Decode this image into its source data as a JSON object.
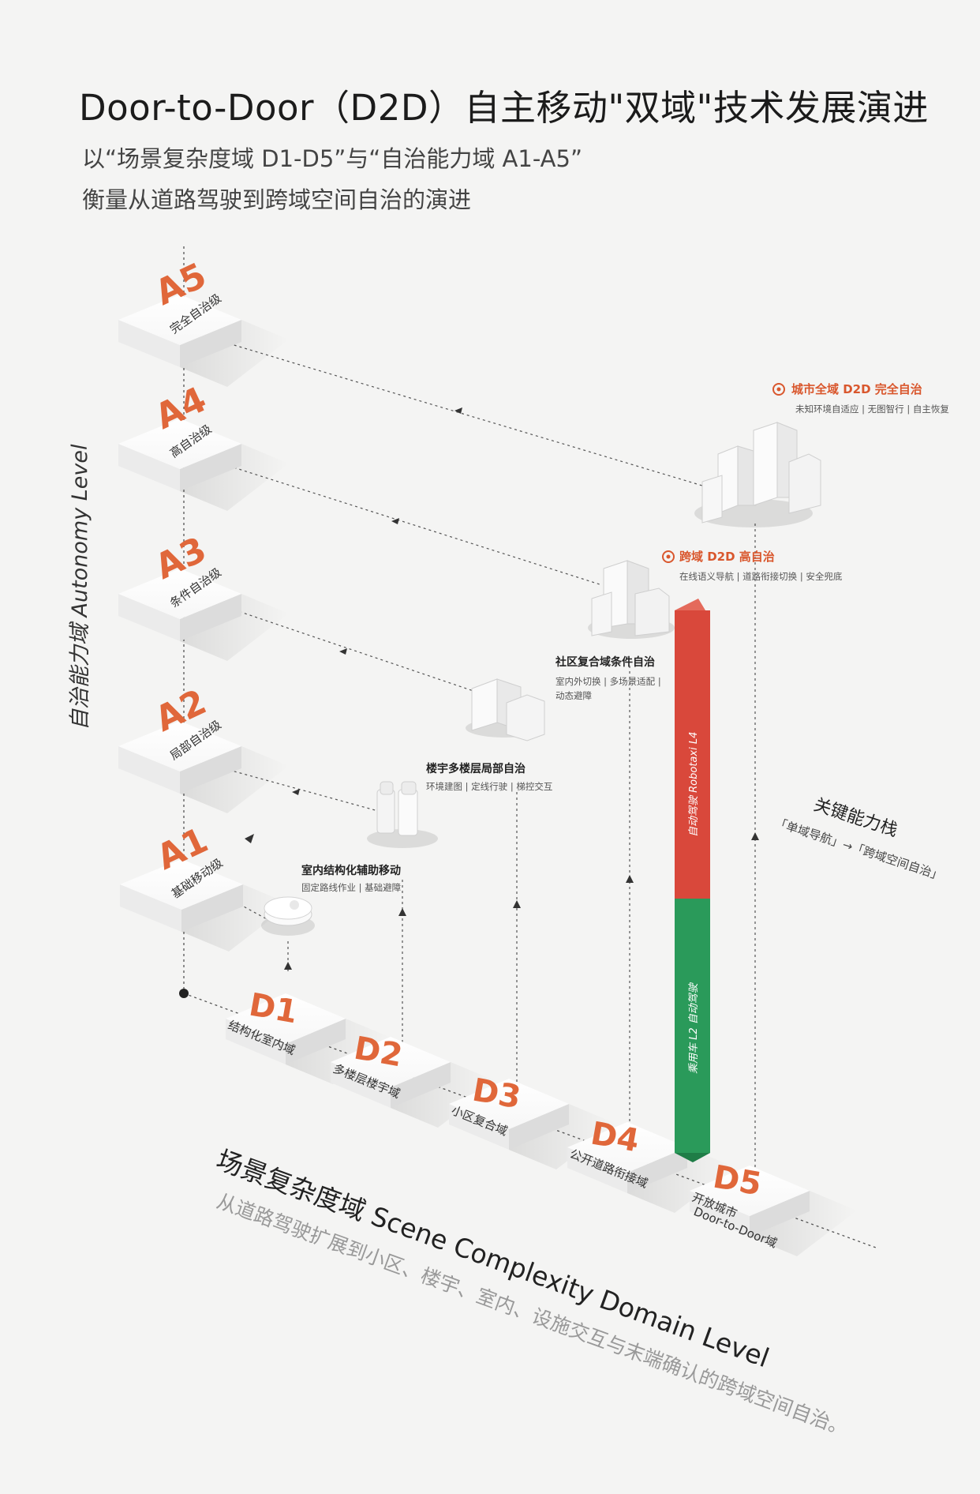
{
  "title": "Door-to-Door（D2D）自主移动\"双域\"技术发展演进",
  "subtitle_line1": "以“场景复杂度域 D1-D5”与“自治能力域 A1-A5”",
  "subtitle_line2": "衡量从道路驾驶到跨域空间自治的演进",
  "autonomy_axis_label": "自治能力域 Autonomy Level",
  "scene_axis_label": "场景复杂度域 Scene Complexity Domain Level",
  "scene_axis_sub": "从道路驾驶扩展到小区、楼宇、室内、设施交互与末端确认的跨域空间自治。",
  "autonomy_levels": [
    {
      "code": "A1",
      "name": "基础移动级"
    },
    {
      "code": "A2",
      "name": "局部自治级"
    },
    {
      "code": "A3",
      "name": "条件自治级"
    },
    {
      "code": "A4",
      "name": "高自治级"
    },
    {
      "code": "A5",
      "name": "完全自治级"
    }
  ],
  "scene_levels": [
    {
      "code": "D1",
      "name": "结构化室内域"
    },
    {
      "code": "D2",
      "name": "多楼层楼宇域"
    },
    {
      "code": "D3",
      "name": "小区复合域"
    },
    {
      "code": "D4",
      "name": "公开道路衔接域"
    },
    {
      "code": "D5",
      "name": "开放城市",
      "name2": "Door-to-Door域"
    }
  ],
  "annotations": [
    {
      "title": "室内结构化辅助移动",
      "desc": "固定路线作业 | 基础避障"
    },
    {
      "title": "楼宇多楼层局部自治",
      "desc": "环境建图 | 定线行驶 | 梯控交互"
    },
    {
      "title": "社区复合域条件自治",
      "desc": "室内外切换 | 多场景适配 |",
      "desc2": "动态避障"
    },
    {
      "title": "跨域 D2D 高自治",
      "desc": "在线语义导航 | 道路衔接切换 | 安全兜底"
    },
    {
      "title": "城市全域 D2D 完全自治",
      "desc": "未知环境自适应 | 无图智行 | 自主恢复"
    }
  ],
  "capability_stack": {
    "title": "关键能力栈",
    "sub": "「单域导航」→「跨域空间自治」"
  },
  "bars": [
    {
      "label": "自动驾驶 Robotaxi L4",
      "color": "#d9483b"
    },
    {
      "label": "乘用车 L2 自动驾驶",
      "color": "#2a9a5a"
    }
  ],
  "colors": {
    "accent": "#e0673a",
    "red_bar": "#d9483b",
    "green_bar": "#2a9a5a"
  }
}
